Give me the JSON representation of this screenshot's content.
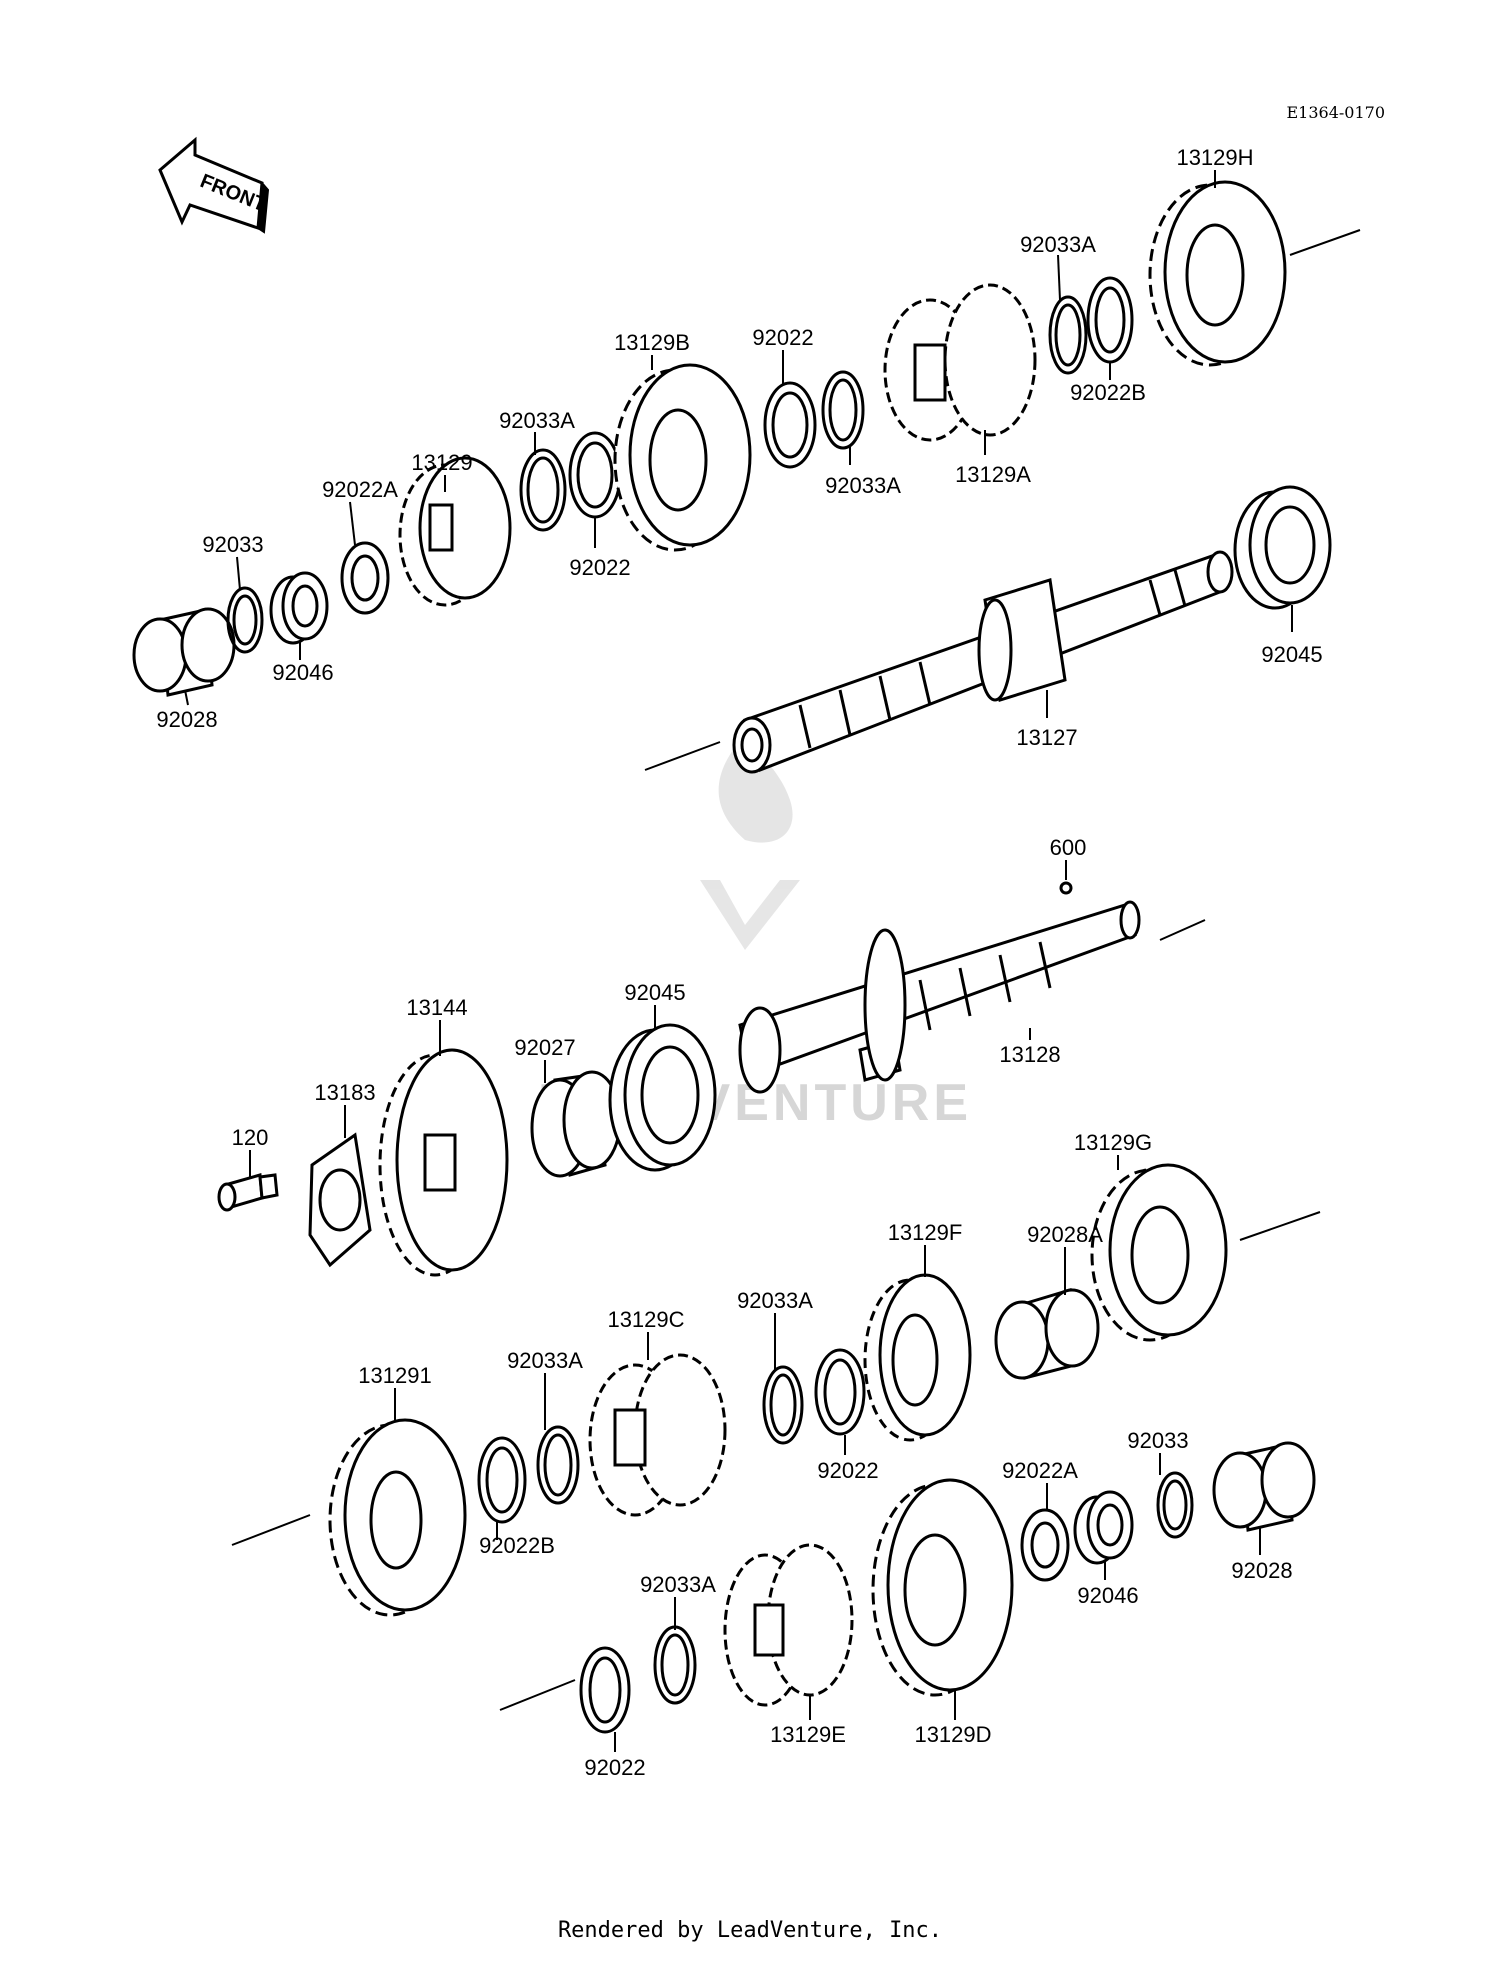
{
  "diagram_code": "E1364-0170",
  "front_label": "FRONT",
  "watermark": "LEADVENTURE",
  "footer": "Rendered by LeadVenture, Inc.",
  "labels": {
    "p13129H": "13129H",
    "p92033A_1": "92033A",
    "p92022B_1": "92022B",
    "p13129B": "13129B",
    "p92022_1": "92022",
    "p92033A_2": "92033A",
    "p13129A": "13129A",
    "p92033A_3": "92033A",
    "p13129": "13129",
    "p92022A_1": "92022A",
    "p92022_2": "92022",
    "p92033_1": "92033",
    "p92046_1": "92046",
    "p92028_1": "92028",
    "p92045_1": "92045",
    "p13127": "13127",
    "p600": "600",
    "p13144": "13144",
    "p92045_2": "92045",
    "p92027": "92027",
    "p13183": "13183",
    "p120": "120",
    "p13128": "13128",
    "p13129G": "13129G",
    "p13129F": "13129F",
    "p92028A": "92028A",
    "p13129C": "13129C",
    "p92033A_4": "92033A",
    "p13129I": "131291",
    "p92033A_5": "92033A",
    "p92022_3": "92022",
    "p92022B_2": "92022B",
    "p92022A_2": "92022A",
    "p92033_2": "92033",
    "p92046_2": "92046",
    "p92028_2": "92028",
    "p92033A_6": "92033A",
    "p13129E": "13129E",
    "p13129D": "13129D",
    "p92022_4": "92022"
  }
}
